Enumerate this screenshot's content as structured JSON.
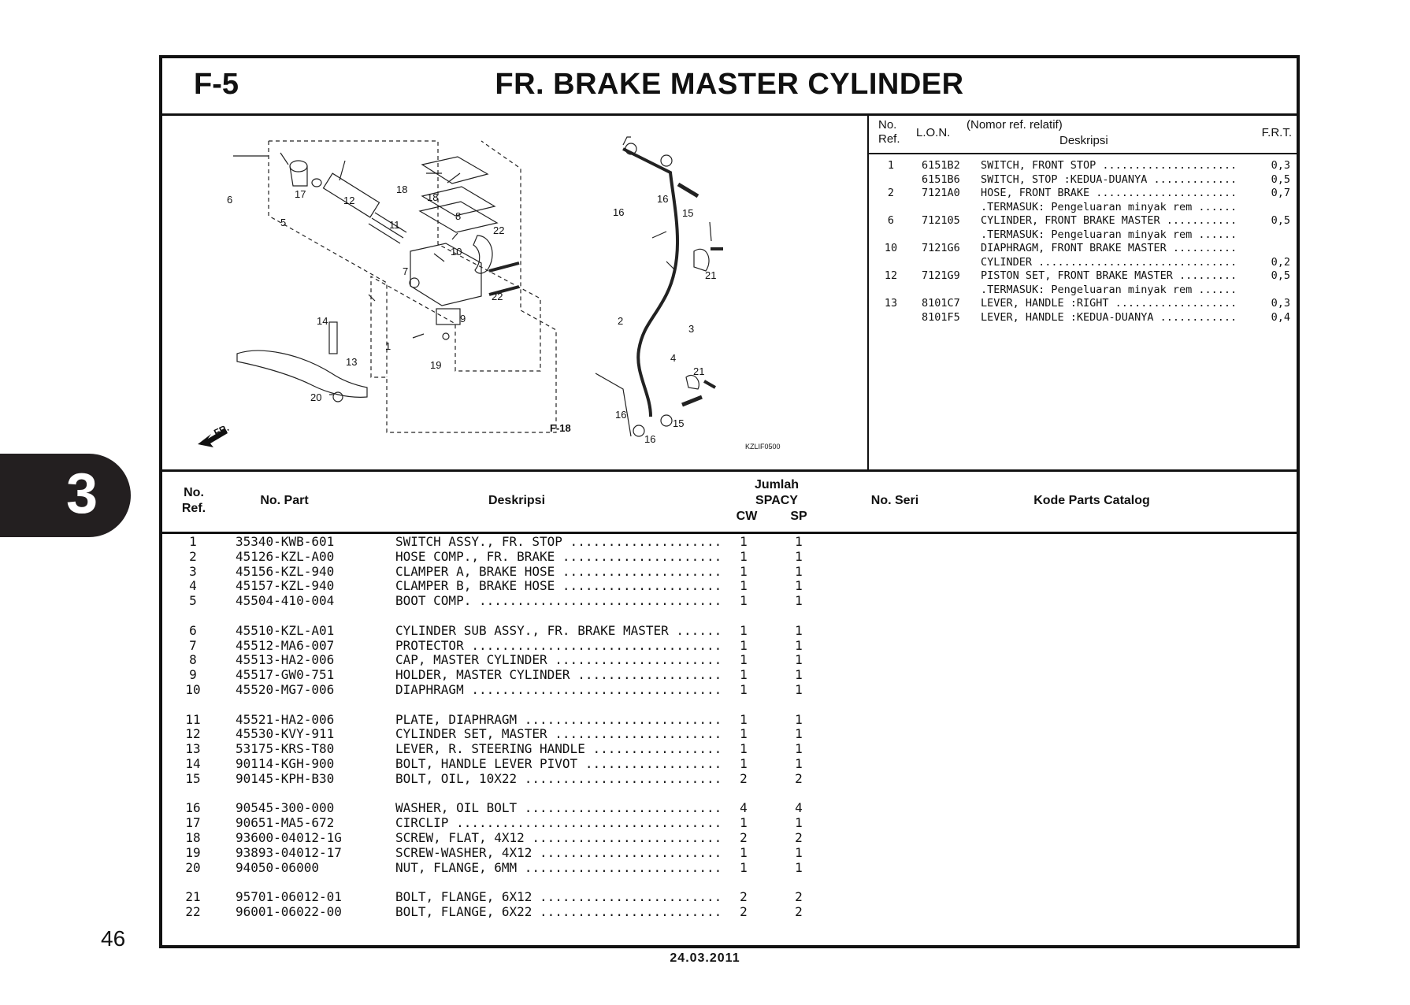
{
  "header": {
    "section": "F-5",
    "title": "FR. BRAKE MASTER CYLINDER"
  },
  "diagram": {
    "labels": {
      "n1": "1",
      "n2": "2",
      "n3": "3",
      "n4": "4",
      "n5": "5",
      "n6": "6",
      "n7": "7",
      "n8": "8",
      "n9": "9",
      "n10": "10",
      "n11": "11",
      "n12": "12",
      "n13": "13",
      "n14": "14",
      "n15a": "15",
      "n15b": "15",
      "n16a": "16",
      "n16b": "16",
      "n16c": "16",
      "n16d": "16",
      "n17": "17",
      "n18a": "18",
      "n18b": "18",
      "n19": "19",
      "n20": "20",
      "n21a": "21",
      "n21b": "21",
      "n22a": "22",
      "n22b": "22"
    },
    "ref_f18": "F-18",
    "arrow_fr": "FR.",
    "code": "KZLIF0500"
  },
  "frt_table": {
    "headers": {
      "no": "No.",
      "ref": "Ref.",
      "lon": "L.O.N.",
      "nomor": "(Nomor ref. relatif)",
      "deskripsi": "Deskripsi",
      "frt": "F.R.T."
    },
    "rows": [
      {
        "ref": "1",
        "lon": "6151B2",
        "desc": "SWITCH, FRONT STOP ......................................",
        "frt": "0,3"
      },
      {
        "ref": "",
        "lon": "6151B6",
        "desc": "SWITCH, STOP :KEDUA-DUANYA ..............................",
        "frt": "0,5"
      },
      {
        "ref": "2",
        "lon": "7121A0",
        "desc": "HOSE, FRONT BRAKE .......................................",
        "frt": "0,7"
      },
      {
        "ref": "",
        "lon": "",
        "desc": ".TERMASUK: Pengeluaran minyak rem ......................",
        "frt": ""
      },
      {
        "ref": "6",
        "lon": "712105",
        "desc": "CYLINDER, FRONT BRAKE MASTER ............................",
        "frt": "0,5"
      },
      {
        "ref": "",
        "lon": "",
        "desc": ".TERMASUK: Pengeluaran minyak rem ......................",
        "frt": ""
      },
      {
        "ref": "10",
        "lon": "7121G6",
        "desc": "DIAPHRAGM, FRONT BRAKE MASTER ...........................",
        "frt": ""
      },
      {
        "ref": "",
        "lon": "",
        "desc": " CYLINDER ...............................................",
        "frt": "0,2"
      },
      {
        "ref": "12",
        "lon": "7121G9",
        "desc": "PISTON SET, FRONT BRAKE MASTER ..........................",
        "frt": "0,5"
      },
      {
        "ref": "",
        "lon": "",
        "desc": ".TERMASUK: Pengeluaran minyak rem ......................",
        "frt": ""
      },
      {
        "ref": "13",
        "lon": "8101C7",
        "desc": "LEVER, HANDLE :RIGHT ....................................",
        "frt": "0,3"
      },
      {
        "ref": "",
        "lon": "8101F5",
        "desc": "LEVER, HANDLE :KEDUA-DUANYA .............................",
        "frt": "0,4"
      }
    ]
  },
  "parts_table": {
    "headers": {
      "no": "No.",
      "ref": "Ref.",
      "no_part": "No. Part",
      "deskripsi": "Deskripsi",
      "jumlah": "Jumlah",
      "spacy": "SPACY",
      "cw": "CW",
      "sp": "SP",
      "no_seri": "No. Seri",
      "kode": "Kode Parts Catalog"
    },
    "groups": [
      [
        {
          "ref": "1",
          "part": "35340-KWB-601",
          "desc": "SWITCH ASSY., FR. STOP  ..........................",
          "cw": "1",
          "sp": "1"
        },
        {
          "ref": "2",
          "part": "45126-KZL-A00",
          "desc": "HOSE COMP., FR. BRAKE  ...........................",
          "cw": "1",
          "sp": "1"
        },
        {
          "ref": "3",
          "part": "45156-KZL-940",
          "desc": "CLAMPER A, BRAKE HOSE  ...........................",
          "cw": "1",
          "sp": "1"
        },
        {
          "ref": "4",
          "part": "45157-KZL-940",
          "desc": "CLAMPER B, BRAKE HOSE  ...........................",
          "cw": "1",
          "sp": "1"
        },
        {
          "ref": "5",
          "part": "45504-410-004",
          "desc": "BOOT COMP.  ......................................",
          "cw": "1",
          "sp": "1"
        }
      ],
      [
        {
          "ref": "6",
          "part": "45510-KZL-A01",
          "desc": "CYLINDER SUB ASSY., FR. BRAKE MASTER  ............",
          "cw": "1",
          "sp": "1"
        },
        {
          "ref": "7",
          "part": "45512-MA6-007",
          "desc": "PROTECTOR  .......................................",
          "cw": "1",
          "sp": "1"
        },
        {
          "ref": "8",
          "part": "45513-HA2-006",
          "desc": "CAP, MASTER CYLINDER  ............................",
          "cw": "1",
          "sp": "1"
        },
        {
          "ref": "9",
          "part": "45517-GW0-751",
          "desc": "HOLDER, MASTER CYLINDER  .........................",
          "cw": "1",
          "sp": "1"
        },
        {
          "ref": "10",
          "part": "45520-MG7-006",
          "desc": "DIAPHRAGM  .......................................",
          "cw": "1",
          "sp": "1"
        }
      ],
      [
        {
          "ref": "11",
          "part": "45521-HA2-006",
          "desc": "PLATE, DIAPHRAGM  ................................",
          "cw": "1",
          "sp": "1"
        },
        {
          "ref": "12",
          "part": "45530-KVY-911",
          "desc": "CYLINDER SET, MASTER  ............................",
          "cw": "1",
          "sp": "1"
        },
        {
          "ref": "13",
          "part": "53175-KRS-T80",
          "desc": "LEVER, R. STEERING HANDLE  .......................",
          "cw": "1",
          "sp": "1"
        },
        {
          "ref": "14",
          "part": "90114-KGH-900",
          "desc": "BOLT, HANDLE LEVER PIVOT  ........................",
          "cw": "1",
          "sp": "1"
        },
        {
          "ref": "15",
          "part": "90145-KPH-B30",
          "desc": "BOLT, OIL, 10X22  ................................",
          "cw": "2",
          "sp": "2"
        }
      ],
      [
        {
          "ref": "16",
          "part": "90545-300-000",
          "desc": "WASHER, OIL BOLT  ................................",
          "cw": "4",
          "sp": "4"
        },
        {
          "ref": "17",
          "part": "90651-MA5-672",
          "desc": "CIRCLIP  .........................................",
          "cw": "1",
          "sp": "1"
        },
        {
          "ref": "18",
          "part": "93600-04012-1G",
          "desc": "SCREW, FLAT, 4X12  ...............................",
          "cw": "2",
          "sp": "2"
        },
        {
          "ref": "19",
          "part": "93893-04012-17",
          "desc": "SCREW-WASHER, 4X12  ..............................",
          "cw": "1",
          "sp": "1"
        },
        {
          "ref": "20",
          "part": "94050-06000",
          "desc": "NUT, FLANGE, 6MM  ................................",
          "cw": "1",
          "sp": "1"
        }
      ],
      [
        {
          "ref": "21",
          "part": "95701-06012-01",
          "desc": "BOLT, FLANGE, 6X12  ..............................",
          "cw": "2",
          "sp": "2"
        },
        {
          "ref": "22",
          "part": "96001-06022-00",
          "desc": "BOLT, FLANGE, 6X22  ..............................",
          "cw": "2",
          "sp": "2"
        }
      ]
    ]
  },
  "side_tab": "3",
  "page_number": "46",
  "date": "24.03.2011"
}
